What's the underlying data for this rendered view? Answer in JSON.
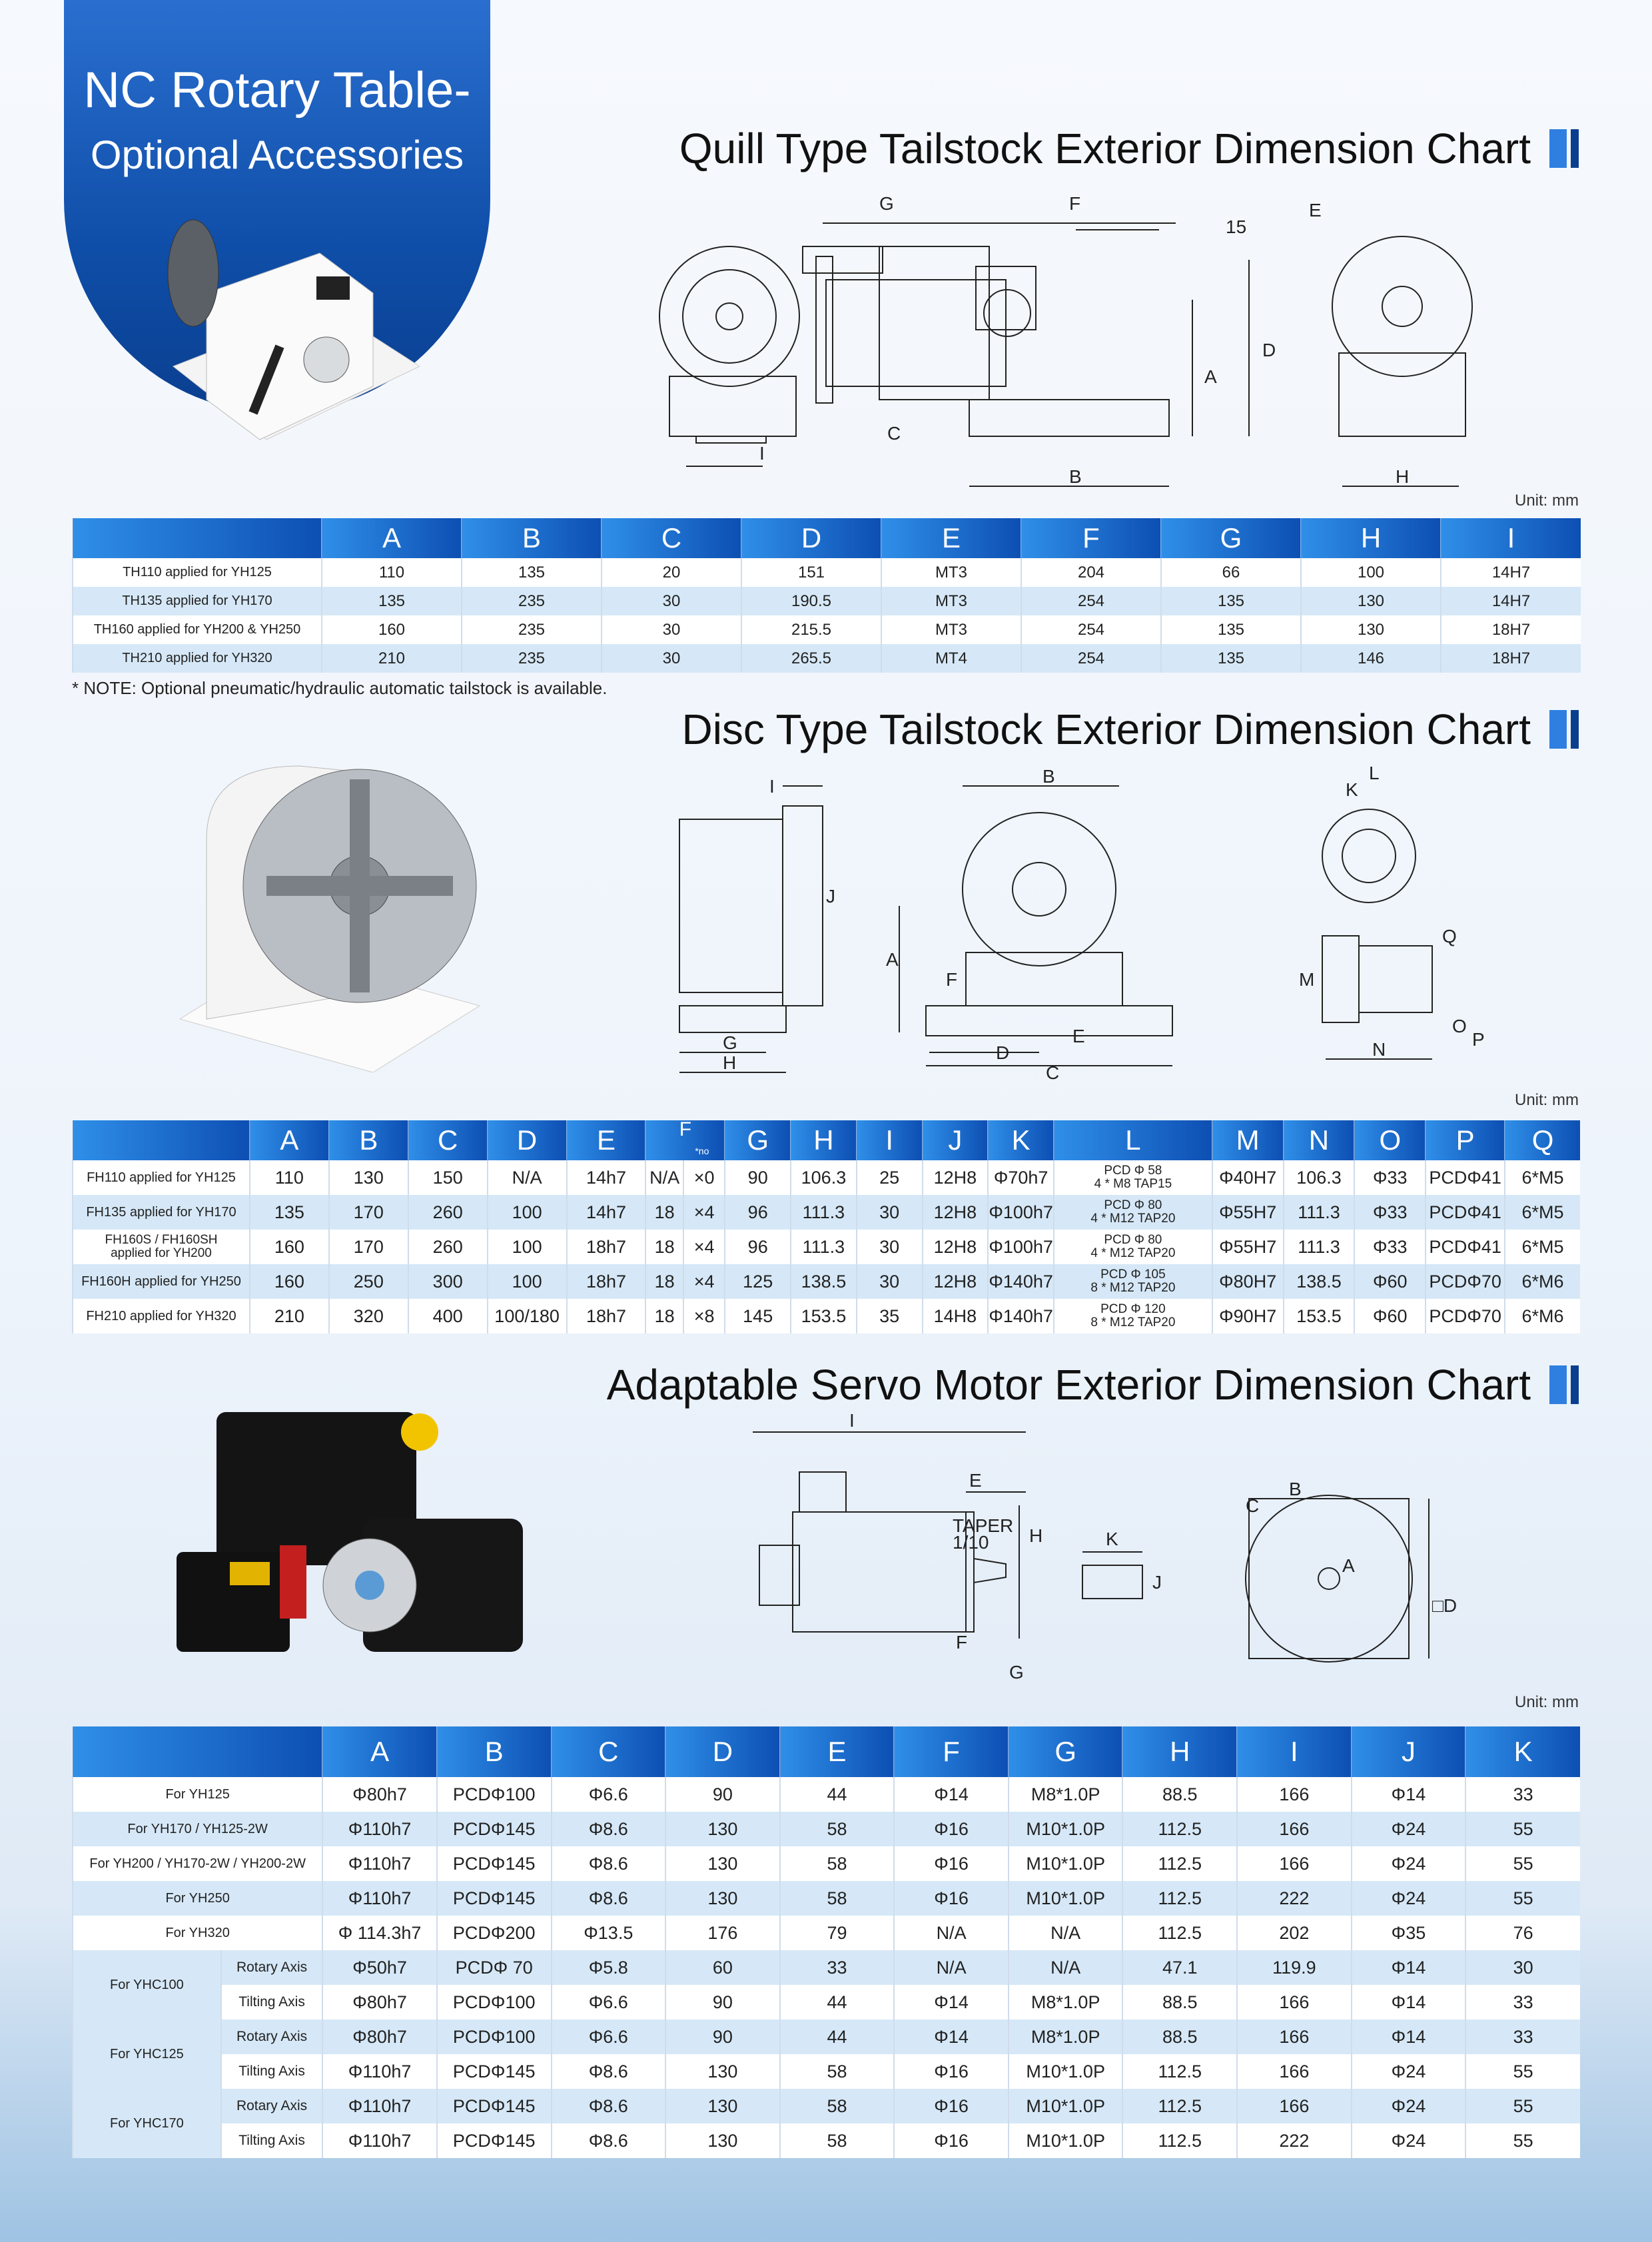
{
  "header": {
    "title_line1": "NC Rotary Table-",
    "title_line2": "Optional Accessories"
  },
  "unit_label": "Unit: mm",
  "quill": {
    "title": "Quill Type Tailstock Exterior Dimension Chart",
    "note": "* NOTE: Optional pneumatic/hydraulic automatic tailstock is available.",
    "labels": {
      "G": "G",
      "F": "F",
      "e15": "15",
      "E": "E",
      "D": "D",
      "A": "A",
      "C": "C",
      "I": "I",
      "B": "B",
      "H": "H"
    },
    "columns": [
      "A",
      "B",
      "C",
      "D",
      "E",
      "F",
      "G",
      "H",
      "I"
    ],
    "rows": [
      {
        "label": "TH110 applied for YH125",
        "values": [
          "110",
          "135",
          "20",
          "151",
          "MT3",
          "204",
          "66",
          "100",
          "14H7"
        ]
      },
      {
        "label": "TH135 applied for YH170",
        "values": [
          "135",
          "235",
          "30",
          "190.5",
          "MT3",
          "254",
          "135",
          "130",
          "14H7"
        ]
      },
      {
        "label": "TH160 applied for YH200 & YH250",
        "values": [
          "160",
          "235",
          "30",
          "215.5",
          "MT3",
          "254",
          "135",
          "130",
          "18H7"
        ]
      },
      {
        "label": "TH210 applied for YH320",
        "values": [
          "210",
          "235",
          "30",
          "265.5",
          "MT4",
          "254",
          "135",
          "146",
          "18H7"
        ]
      }
    ]
  },
  "disc": {
    "title": "Disc Type Tailstock Exterior Dimension Chart",
    "labels": {
      "I": "I",
      "J": "J",
      "G": "G",
      "H": "H",
      "B": "B",
      "A": "A",
      "F": "F",
      "D": "D",
      "E": "E",
      "C": "C",
      "L": "L",
      "K": "K",
      "M": "M",
      "Q": "Q",
      "O": "O",
      "P": "P",
      "N": "N"
    },
    "columns": [
      "A",
      "B",
      "C",
      "D",
      "E",
      "F",
      "G",
      "H",
      "I",
      "J",
      "K",
      "L",
      "M",
      "N",
      "O",
      "P",
      "Q"
    ],
    "f_sub": "*no",
    "rows": [
      {
        "label": "FH110 applied for YH125",
        "values": [
          "110",
          "130",
          "150",
          "N/A",
          "14h7",
          "N/A",
          "×0",
          "90",
          "106.3",
          "25",
          "12H8",
          "Φ70h7"
        ],
        "L": [
          "PCD Φ 58",
          "4 * M8 TAP15"
        ],
        "rest": [
          "Φ40H7",
          "106.3",
          "Φ33",
          "PCDΦ41",
          "6*M5"
        ]
      },
      {
        "label": "FH135 applied for YH170",
        "values": [
          "135",
          "170",
          "260",
          "100",
          "14h7",
          "18",
          "×4",
          "96",
          "111.3",
          "30",
          "12H8",
          "Φ100h7"
        ],
        "L": [
          "PCD Φ 80",
          "4 * M12 TAP20"
        ],
        "rest": [
          "Φ55H7",
          "111.3",
          "Φ33",
          "PCDΦ41",
          "6*M5"
        ]
      },
      {
        "label1": "FH160S / FH160SH",
        "label2": "applied for YH200",
        "values": [
          "160",
          "170",
          "260",
          "100",
          "18h7",
          "18",
          "×4",
          "96",
          "111.3",
          "30",
          "12H8",
          "Φ100h7"
        ],
        "L": [
          "PCD Φ 80",
          "4 * M12 TAP20"
        ],
        "rest": [
          "Φ55H7",
          "111.3",
          "Φ33",
          "PCDΦ41",
          "6*M5"
        ]
      },
      {
        "label": "FH160H applied for YH250",
        "values": [
          "160",
          "250",
          "300",
          "100",
          "18h7",
          "18",
          "×4",
          "125",
          "138.5",
          "30",
          "12H8",
          "Φ140h7"
        ],
        "L": [
          "PCD Φ 105",
          "8 * M12 TAP20"
        ],
        "rest": [
          "Φ80H7",
          "138.5",
          "Φ60",
          "PCDΦ70",
          "6*M6"
        ]
      },
      {
        "label": "FH210 applied for YH320",
        "values": [
          "210",
          "320",
          "400",
          "100/180",
          "18h7",
          "18",
          "×8",
          "145",
          "153.5",
          "35",
          "14H8",
          "Φ140h7"
        ],
        "L": [
          "PCD Φ 120",
          "8 * M12 TAP20"
        ],
        "rest": [
          "Φ90H7",
          "153.5",
          "Φ60",
          "PCDΦ70",
          "6*M6"
        ]
      }
    ]
  },
  "servo": {
    "title": "Adaptable Servo Motor Exterior Dimension Chart",
    "labels": {
      "I": "I",
      "E": "E",
      "taper1": "TAPER",
      "taper2": "1/10",
      "H": "H",
      "F": "F",
      "G": "G",
      "K": "K",
      "J": "J",
      "C": "C",
      "B": "B",
      "A": "A",
      "D": "□D"
    },
    "columns": [
      "A",
      "B",
      "C",
      "D",
      "E",
      "F",
      "G",
      "H",
      "I",
      "J",
      "K"
    ],
    "rows": [
      {
        "label": "For YH125",
        "values": [
          "Φ80h7",
          "PCDΦ100",
          "Φ6.6",
          "90",
          "44",
          "Φ14",
          "M8*1.0P",
          "88.5",
          "166",
          "Φ14",
          "33"
        ]
      },
      {
        "label": "For YH170 / YH125-2W",
        "values": [
          "Φ110h7",
          "PCDΦ145",
          "Φ8.6",
          "130",
          "58",
          "Φ16",
          "M10*1.0P",
          "112.5",
          "166",
          "Φ24",
          "55"
        ]
      },
      {
        "label": "For YH200 / YH170-2W / YH200-2W",
        "values": [
          "Φ110h7",
          "PCDΦ145",
          "Φ8.6",
          "130",
          "58",
          "Φ16",
          "M10*1.0P",
          "112.5",
          "166",
          "Φ24",
          "55"
        ]
      },
      {
        "label": "For YH250",
        "values": [
          "Φ110h7",
          "PCDΦ145",
          "Φ8.6",
          "130",
          "58",
          "Φ16",
          "M10*1.0P",
          "112.5",
          "222",
          "Φ24",
          "55"
        ]
      },
      {
        "label": "For YH320",
        "values": [
          "Φ 114.3h7",
          "PCDΦ200",
          "Φ13.5",
          "176",
          "79",
          "N/A",
          "N/A",
          "112.5",
          "202",
          "Φ35",
          "76"
        ]
      }
    ],
    "groups": [
      {
        "label": "For YHC100",
        "rows": [
          {
            "axis": "Rotary Axis",
            "values": [
              "Φ50h7",
              "PCDΦ 70",
              "Φ5.8",
              "60",
              "33",
              "N/A",
              "N/A",
              "47.1",
              "119.9",
              "Φ14",
              "30"
            ]
          },
          {
            "axis": "Tilting Axis",
            "values": [
              "Φ80h7",
              "PCDΦ100",
              "Φ6.6",
              "90",
              "44",
              "Φ14",
              "M8*1.0P",
              "88.5",
              "166",
              "Φ14",
              "33"
            ]
          }
        ]
      },
      {
        "label": "For YHC125",
        "rows": [
          {
            "axis": "Rotary Axis",
            "values": [
              "Φ80h7",
              "PCDΦ100",
              "Φ6.6",
              "90",
              "44",
              "Φ14",
              "M8*1.0P",
              "88.5",
              "166",
              "Φ14",
              "33"
            ]
          },
          {
            "axis": "Tilting Axis",
            "values": [
              "Φ110h7",
              "PCDΦ145",
              "Φ8.6",
              "130",
              "58",
              "Φ16",
              "M10*1.0P",
              "112.5",
              "166",
              "Φ24",
              "55"
            ]
          }
        ]
      },
      {
        "label": "For YHC170",
        "rows": [
          {
            "axis": "Rotary Axis",
            "values": [
              "Φ110h7",
              "PCDΦ145",
              "Φ8.6",
              "130",
              "58",
              "Φ16",
              "M10*1.0P",
              "112.5",
              "166",
              "Φ24",
              "55"
            ]
          },
          {
            "axis": "Tilting Axis",
            "values": [
              "Φ110h7",
              "PCDΦ145",
              "Φ8.6",
              "130",
              "58",
              "Φ16",
              "M10*1.0P",
              "112.5",
              "222",
              "Φ24",
              "55"
            ]
          }
        ]
      }
    ]
  }
}
